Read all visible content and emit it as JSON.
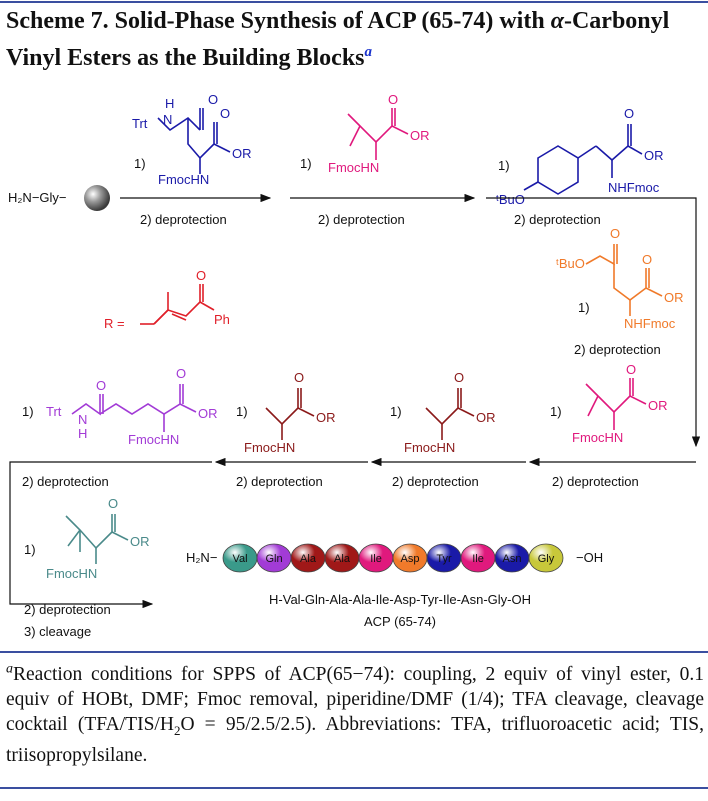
{
  "title": {
    "prefix": "Scheme 7. Solid-Phase Synthesis of ACP (65-74) with ",
    "alpha": "α",
    "rest": "-Carbonyl Vinyl Esters as the Building Blocks",
    "sup": "a"
  },
  "colors": {
    "rule": "#3a4fa0",
    "blue": "#1a1aa8",
    "magenta": "#e0197d",
    "orange": "#f07a2a",
    "purple": "#a23bd6",
    "maroon": "#8b1a1a",
    "teal": "#4a8a8a",
    "red": "#e0202a",
    "black": "#111111"
  },
  "labels": {
    "resin_start": "H₂N−Gly−",
    "step1": "1)",
    "deprotection": "2) deprotection",
    "cleavage": "3) cleavage",
    "trt": "Trt",
    "n": "N",
    "h": "H",
    "fmoc_hn": "FmocHN",
    "nhfmoc": "NHFmoc",
    "or": "OR",
    "o": "O",
    "tbu": "ᵗBuO",
    "r_eq": "R =",
    "ph": "Ph",
    "h2n": "H₂N−",
    "oh": "−OH"
  },
  "peptide": {
    "residues": [
      "Val",
      "Gln",
      "Ala",
      "Ala",
      "Ile",
      "Asp",
      "Tyr",
      "Ile",
      "Asn",
      "Gly"
    ],
    "colors": [
      "#3a9a8a",
      "#a23bd6",
      "#a01818",
      "#a01818",
      "#e0197d",
      "#f07a2a",
      "#1a1aa8",
      "#e0197d",
      "#1a1aa8",
      "#c8c83a"
    ],
    "sequence": "H-Val-Gln-Ala-Ala-Ile-Asp-Tyr-Ile-Asn-Gly-OH",
    "name": "ACP (65-74)"
  },
  "footnote": {
    "sup": "a",
    "line1": "Reaction conditions for SPPS of ACP(65−74): coupling, 2 equiv of vinyl ester, 0.1 equiv of HOBt, DMF; Fmoc removal, piperidine/DMF (1/4); TFA cleavage, cleavage cocktail (TFA/TIS/H",
    "sub": "2",
    "line2": "O = 95/2.5/2.5). Abbreviations: TFA, trifluoroacetic acid; TIS, triisopropylsilane."
  }
}
